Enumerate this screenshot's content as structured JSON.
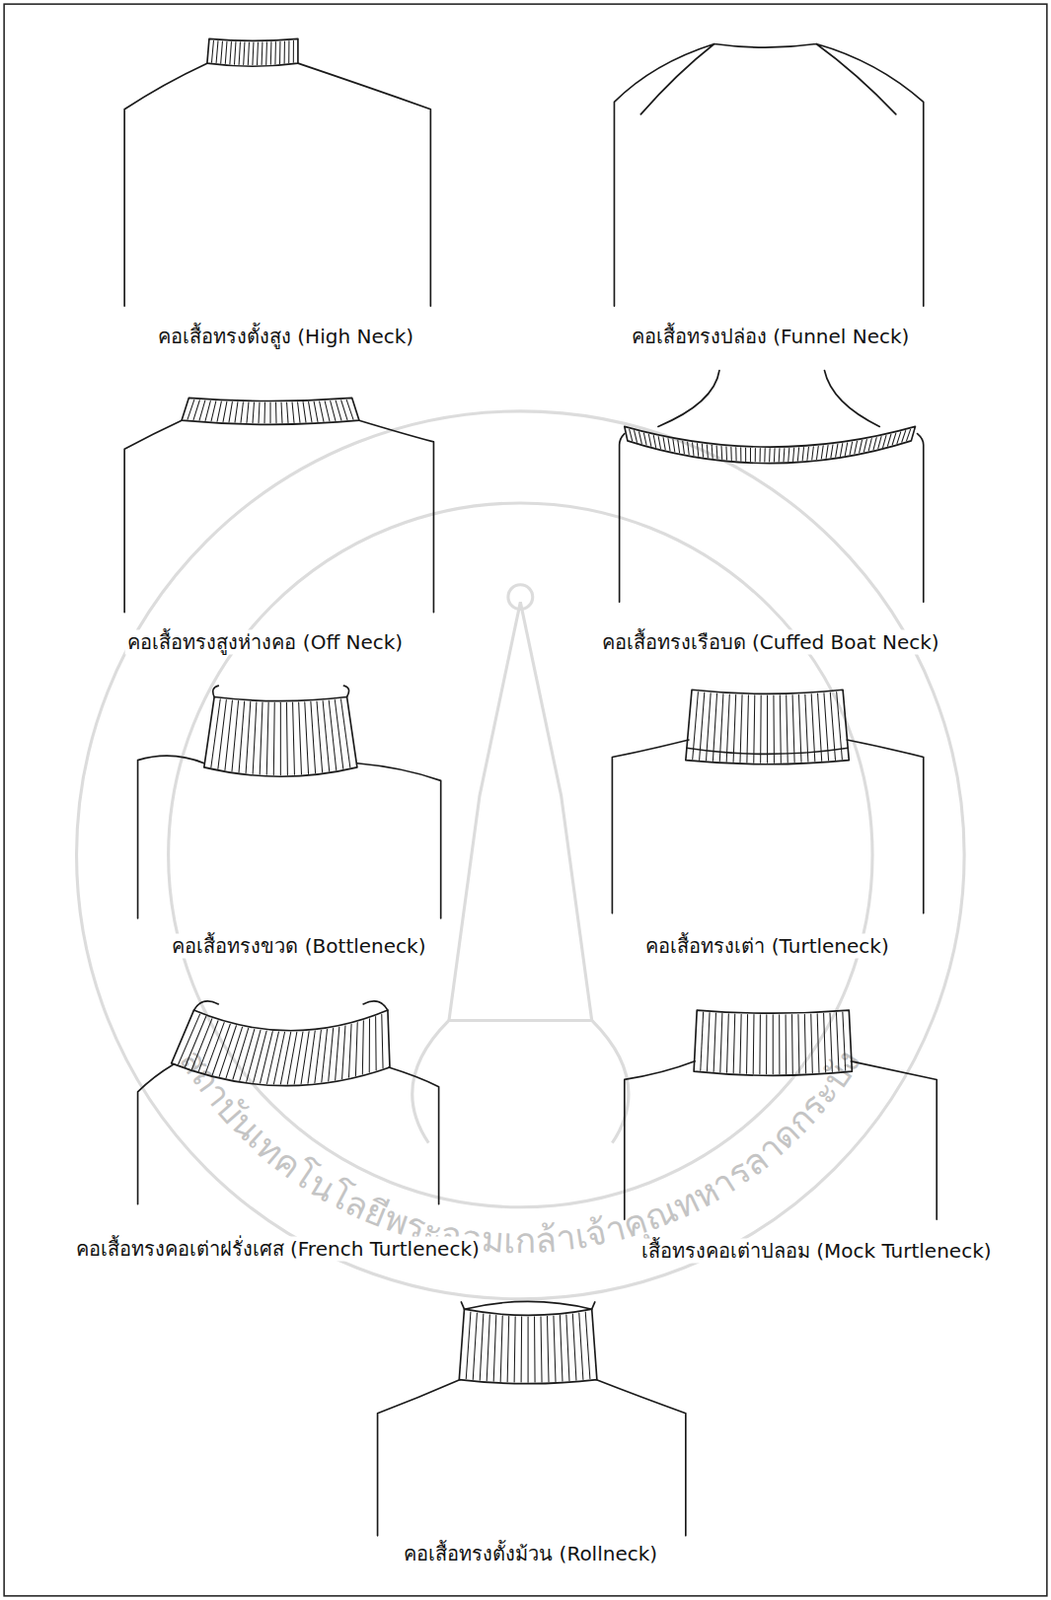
{
  "diagram": {
    "labels": [
      "คอเสื้อทรงตั้งสูง (High Neck)",
      "คอเสื้อทรงปล่อง (Funnel Neck)",
      "คอเสื้อทรงสูงห่างคอ (Off Neck)",
      "คอเสื้อทรงเรือบด (Cuffed Boat Neck)",
      "คอเสื้อทรงขวด (Bottleneck)",
      "คอเสื้อทรงเต่า (Turtleneck)",
      "คอเสื้อทรงคอเต่าฝรั่งเศส (French Turtleneck)",
      "เสื้อทรงคอเต่าปลอม (Mock Turtleneck)",
      "คอเสื้อทรงตั้งม้วน (Rollneck)",
      "สถาบันเทคโนโลยีพระจอมเกล้าเจ้าคุณทหารลาดกระบัง"
    ]
  }
}
